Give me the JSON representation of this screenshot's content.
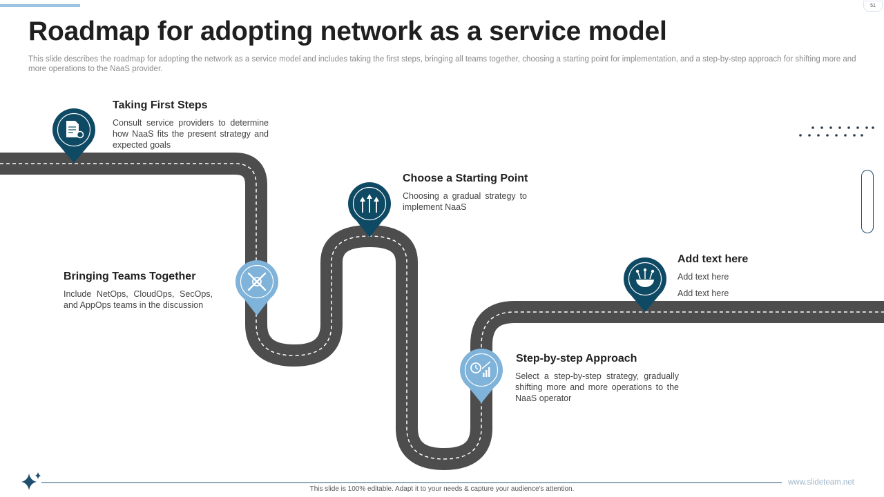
{
  "slide": {
    "title": "Roadmap for adopting network as a service model",
    "subtitle": "This slide describes the roadmap for adopting the network as a service model and includes taking the first steps, bringing all teams together, choosing a starting point for implementation, and a step-by-step approach for shifting more and more operations to the NaaS provider.",
    "page_number": "51"
  },
  "steps": [
    {
      "title": "Taking First Steps",
      "description": "Consult service providers to determine how NaaS fits the present strategy and expected goals",
      "icon": "document-gear-icon",
      "pin_color": "#0f4a64"
    },
    {
      "title": "Bringing Teams Together",
      "description": "Include NetOps, CloudOps, SecOps, and AppOps teams in the discussion",
      "icon": "tools-cross-icon",
      "pin_color": "#7fb3da"
    },
    {
      "title": "Choose a Starting Point",
      "description": "Choosing a gradual strategy to implement NaaS",
      "icon": "arrows-up-gears-icon",
      "pin_color": "#0f4a64"
    },
    {
      "title": "Step-by-step Approach",
      "description": "Select a step-by-step strategy, gradually shifting more and more operations to the NaaS operator",
      "icon": "clock-growth-chart-icon",
      "pin_color": "#7fb3da"
    },
    {
      "title": "Add text here",
      "line1": "Add text here",
      "line2": "Add text here",
      "icon": "globe-network-icon",
      "pin_color": "#0f4a64"
    }
  ],
  "footer": {
    "note": "This slide is 100% editable. Adapt it to your needs & capture your audience's attention.",
    "link": "www.slideteam.net"
  },
  "colors": {
    "road": "#4d4d4d",
    "road_dash": "#ffffff",
    "dark_pin": "#0f4a64",
    "light_pin": "#7fb3da",
    "accent": "#9cc3df"
  }
}
